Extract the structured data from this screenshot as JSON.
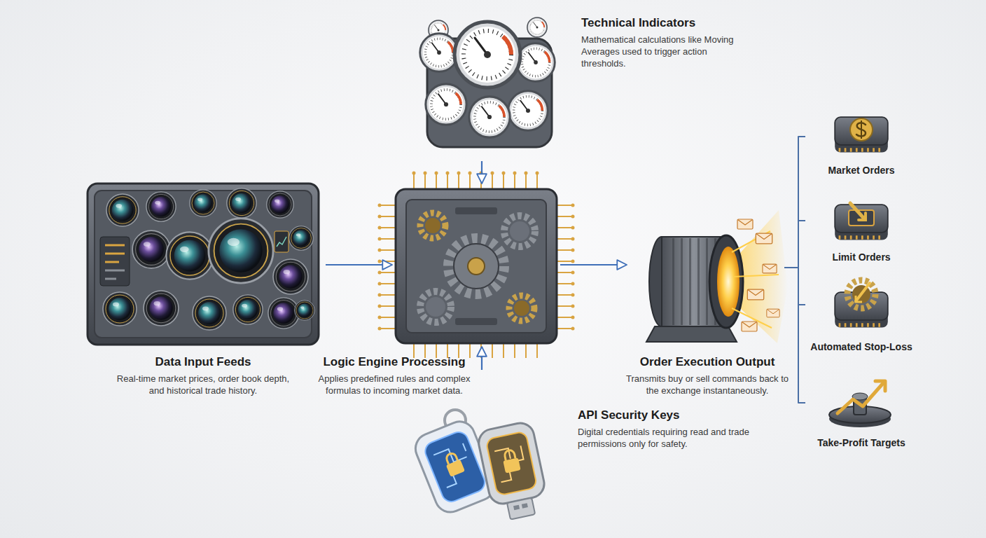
{
  "diagram": {
    "nodes": [
      {
        "text": [
          "Technical Indicators",
          "Mathematical calculations like Moving Averages used to trigger action thresholds."
        ]
      },
      {
        "text": [
          "Data Input Feeds",
          "Real-time market prices, order book depth, and historical trade history."
        ]
      },
      {
        "text": [
          "Logic Engine Processing",
          "Applies predefined rules and complex formulas to incoming market data."
        ]
      },
      {
        "text": [
          "Order Execution Output",
          "Transmits buy or sell commands back to the exchange instantaneously."
        ]
      },
      {
        "text": [
          "Market Orders"
        ]
      },
      {
        "text": [
          "Limit Orders"
        ]
      },
      {
        "text": [
          "Automated Stop-Loss"
        ]
      },
      {
        "text": [
          "Take-Profit Targets"
        ]
      },
      {
        "text": [
          "API Security Keys",
          "Digital credentials requiring read and trade permissions only for safety."
        ]
      }
    ],
    "edges": [
      {
        "from": 1,
        "to": 2,
        "arrow": "to"
      },
      {
        "from": 0,
        "to": 2,
        "arrow": "to"
      },
      {
        "from": 8,
        "to": 2,
        "arrow": "to"
      },
      {
        "from": 2,
        "to": 3,
        "arrow": "to"
      },
      {
        "from": 3,
        "to": 4,
        "arrow": "none"
      },
      {
        "from": 3,
        "to": 5,
        "arrow": "none"
      },
      {
        "from": 3,
        "to": 6,
        "arrow": "none"
      },
      {
        "from": 3,
        "to": 7,
        "arrow": "none"
      }
    ]
  }
}
